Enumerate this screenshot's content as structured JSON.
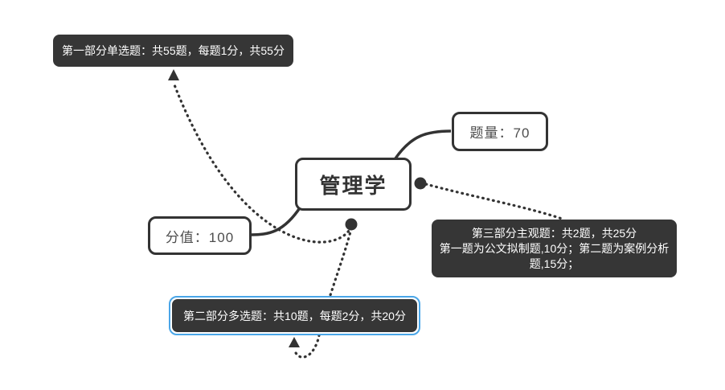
{
  "colors": {
    "background": "#ffffff",
    "line": "#333333",
    "dark_node_bg": "#363636",
    "dark_node_text": "#ffffff",
    "light_node_bg": "#ffffff",
    "light_node_border": "#333333",
    "light_node_text": "#4d4d4d",
    "selection_border": "#4aa6e8"
  },
  "root": {
    "label": "管理学"
  },
  "nodes": {
    "question_count": {
      "label": "题量：70"
    },
    "total_score": {
      "label": "分值：100"
    },
    "part1": {
      "label": "第一部分单选题：共55题，每题1分，共55分"
    },
    "part2": {
      "label": "第二部分多选题：共10题，每题2分，共20分"
    },
    "part3": {
      "lines": [
        "第三部分主观题：共2题，共25分",
        "第一题为公文拟制题,10分；第二题为案例分析",
        "题,15分；"
      ]
    }
  }
}
